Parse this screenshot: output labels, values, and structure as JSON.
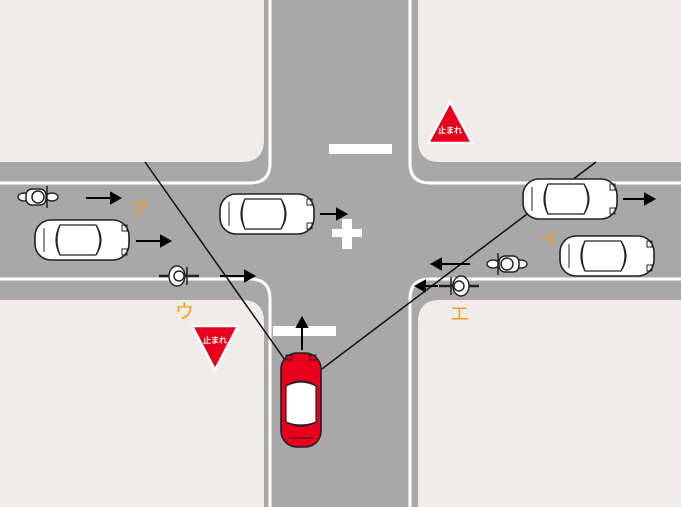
{
  "colors": {
    "block": "#efecea",
    "road": "#a8a8a8",
    "line": "#ffffff",
    "own_car": "#e8001c",
    "other_car": "#ffffff",
    "label": "#f0a01e",
    "sign": "#e8001c"
  },
  "labels": {
    "a": "ア",
    "i": "イ",
    "u": "ウ",
    "e": "エ"
  },
  "signs": {
    "stop_left": "止まれ",
    "stop_right": "止まれ"
  },
  "icons": [
    "car",
    "motorcycle",
    "bicycle",
    "stop-sign",
    "arrow"
  ]
}
